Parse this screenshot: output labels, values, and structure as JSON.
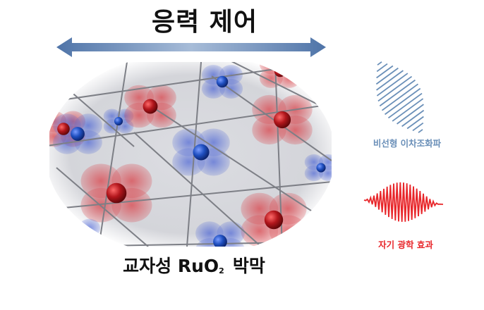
{
  "title": "응력 제어",
  "caption": {
    "main": "교자성 RuO",
    "subscript": "2",
    "suffix": "박막"
  },
  "legend": {
    "blue": {
      "label": "비선형 이차조화파",
      "color": "#6a8fb8"
    },
    "red": {
      "label": "자기 광학 효과",
      "color": "#e8262a"
    }
  },
  "colors": {
    "arrow": "#4f74a8",
    "atom_blue": "#1f4fc0",
    "atom_red": "#b2161c"
  }
}
